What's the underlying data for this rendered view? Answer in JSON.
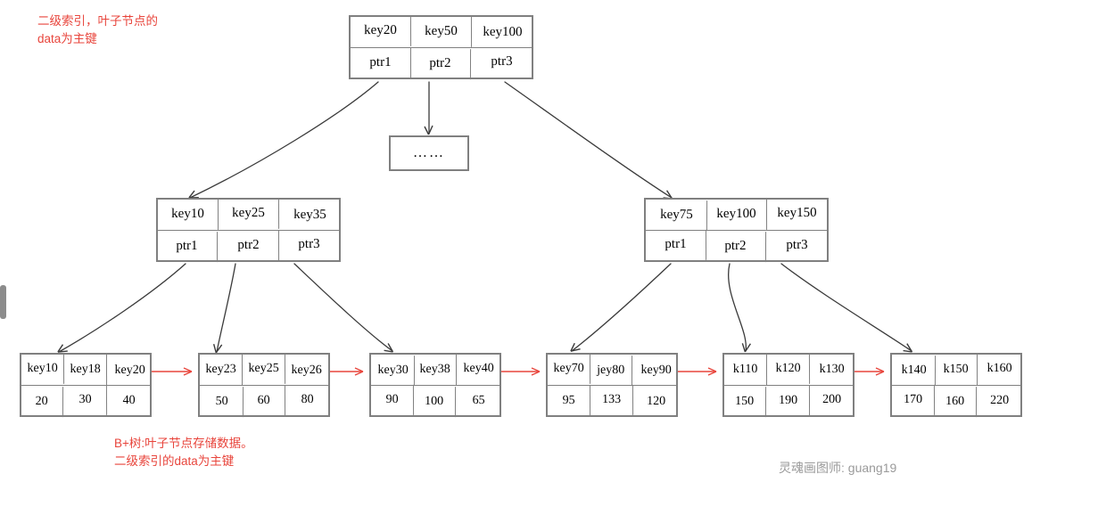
{
  "diagram": {
    "title": "B+ tree secondary index diagram",
    "colors": {
      "node_border": "#808080",
      "edge": "#3a3a3a",
      "leaf_link": "#e8453c",
      "annotation": "#e8453c",
      "signature": "#9a9a9a"
    }
  },
  "annotations": {
    "top_left": "二级索引，叶子节点的\ndata为主键",
    "bottom_left": "B+树:叶子节点存储数据。\n二级索引的data为主键",
    "signature": "灵魂画图师: guang19"
  },
  "root": {
    "keys": [
      "key20",
      "key50",
      "key100"
    ],
    "pointers": [
      "ptr1",
      "ptr2",
      "ptr3"
    ]
  },
  "ellipsis_node": {
    "label": "……"
  },
  "internal_nodes": [
    {
      "id": "internal-left",
      "keys": [
        "key10",
        "key25",
        "key35"
      ],
      "pointers": [
        "ptr1",
        "ptr2",
        "ptr3"
      ]
    },
    {
      "id": "internal-right",
      "keys": [
        "key75",
        "key100",
        "key150"
      ],
      "pointers": [
        "ptr1",
        "ptr2",
        "ptr3"
      ]
    }
  ],
  "leaves": [
    {
      "id": "leaf-1",
      "keys": [
        "key10",
        "key18",
        "key20"
      ],
      "data": [
        "20",
        "30",
        "40"
      ]
    },
    {
      "id": "leaf-2",
      "keys": [
        "key23",
        "key25",
        "key26"
      ],
      "data": [
        "50",
        "60",
        "80"
      ]
    },
    {
      "id": "leaf-3",
      "keys": [
        "key30",
        "key38",
        "key40"
      ],
      "data": [
        "90",
        "100",
        "65"
      ]
    },
    {
      "id": "leaf-4",
      "keys": [
        "key70",
        "jey80",
        "key90"
      ],
      "data": [
        "95",
        "133",
        "120"
      ]
    },
    {
      "id": "leaf-5",
      "keys": [
        "k110",
        "k120",
        "k130"
      ],
      "data": [
        "150",
        "190",
        "200"
      ]
    },
    {
      "id": "leaf-6",
      "keys": [
        "k140",
        "k150",
        "k160"
      ],
      "data": [
        "170",
        "160",
        "220"
      ]
    }
  ]
}
